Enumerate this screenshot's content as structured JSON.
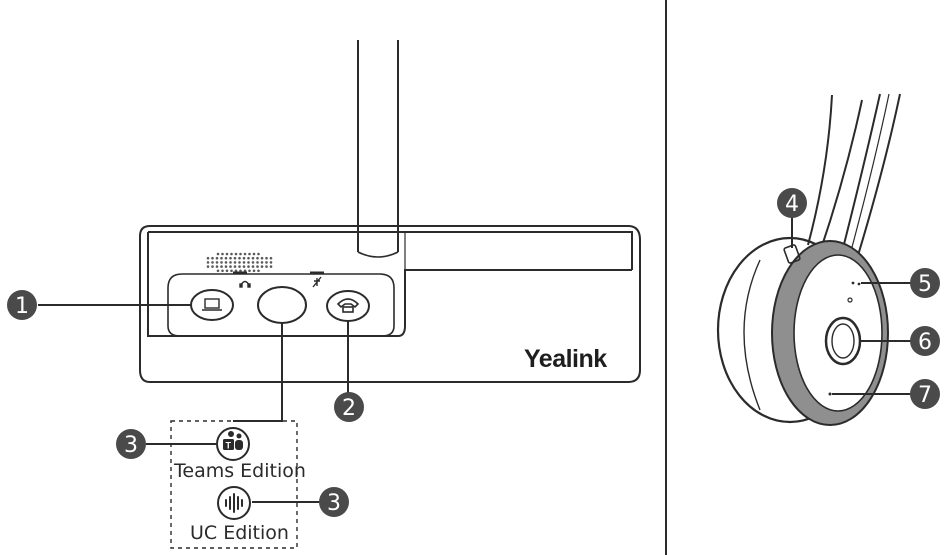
{
  "base": {
    "brand": "Yealink"
  },
  "callouts": [
    "1",
    "2",
    "3",
    "3",
    "4",
    "5",
    "6",
    "7"
  ],
  "editions": {
    "teams_label": "Teams Edition",
    "uc_label": "UC Edition"
  },
  "icons": {
    "pc_button": "laptop-icon",
    "center_button": "round-button",
    "call_button": "phone-handset-icon",
    "teams": "teams-logo-icon",
    "uc": "waveform-icon",
    "headset_indicator": "headset-icon",
    "mute_indicator": "mic-mute-icon"
  },
  "colors": {
    "line": "#2b2b2b",
    "callout_fill": "#4a4a4a",
    "ear_ring": "#8f8f8f"
  }
}
